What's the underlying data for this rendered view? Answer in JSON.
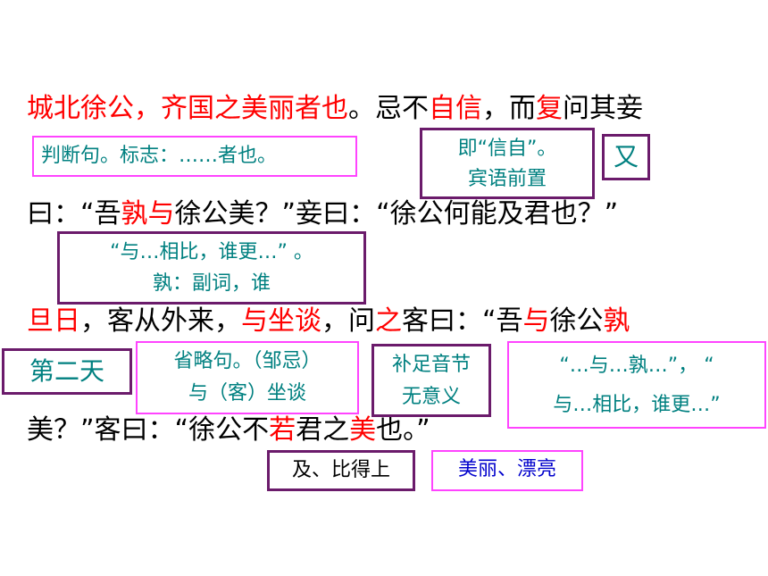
{
  "lines": [
    {
      "segments": [
        {
          "text": "城北徐公，齐国之美丽者也",
          "red": true
        },
        {
          "text": "。忌不",
          "red": false
        },
        {
          "text": "自信",
          "red": true
        },
        {
          "text": "，而",
          "red": false
        },
        {
          "text": "复",
          "red": true
        },
        {
          "text": "问其妾",
          "red": false
        }
      ]
    },
    {
      "segments": [
        {
          "text": "曰：“吾",
          "red": false
        },
        {
          "text": "孰与",
          "red": true
        },
        {
          "text": "徐公美？”妾曰：“徐公何能及君也？”",
          "red": false
        }
      ]
    },
    {
      "segments": [
        {
          "text": "旦日",
          "red": true
        },
        {
          "text": "，客从外来，",
          "red": false
        },
        {
          "text": "与坐谈",
          "red": true
        },
        {
          "text": "，问",
          "red": false
        },
        {
          "text": "之",
          "red": true
        },
        {
          "text": "客曰：“吾",
          "red": false
        },
        {
          "text": "与",
          "red": true
        },
        {
          "text": "徐公",
          "red": false
        },
        {
          "text": "孰",
          "red": true
        }
      ]
    },
    {
      "segments": [
        {
          "text": "美？”客曰：“徐公不",
          "red": false
        },
        {
          "text": "若",
          "red": true
        },
        {
          "text": "君之",
          "red": false
        },
        {
          "text": "美",
          "red": true
        },
        {
          "text": "也。”",
          "red": false
        }
      ]
    }
  ],
  "notes": {
    "judgment": [
      "判断句。标志：……者也。"
    ],
    "xinzi": [
      "即“信自”。",
      "宾语前置"
    ],
    "you": [
      "又"
    ],
    "yuxiangbi": [
      "“与…相比，谁更…” 。",
      "孰：副词，谁"
    ],
    "diertian": [
      "第二天"
    ],
    "shenglue": [
      "省略句。（邹忌）",
      "与（客）坐谈"
    ],
    "buzu": [
      "补足音节",
      "无意义"
    ],
    "yushu": [
      "“…与…孰…”， “",
      "与…相比，谁更…”"
    ],
    "jibi": [
      "及、比得上"
    ],
    "meili": [
      "美丽、漂亮"
    ]
  },
  "colors": {
    "red": "#ff0000",
    "teal": "#008080",
    "blue": "#0000cc",
    "purple_border": "#6b1b6b",
    "pink_border": "#ff44ff"
  }
}
